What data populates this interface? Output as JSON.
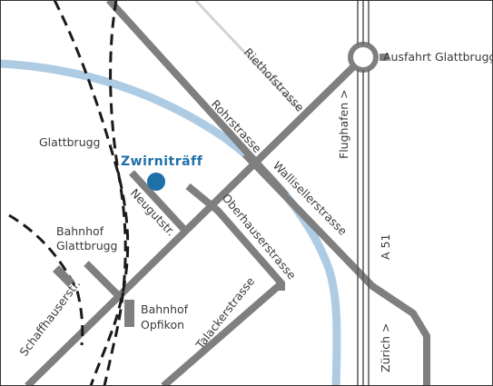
{
  "colors": {
    "road": "#7f7f7f",
    "road_minor": "#d3d3d3",
    "river": "#aecbe4",
    "marker": "#1f6fa9",
    "title": "#1f6fa9",
    "rail": "#1a1a1a",
    "text": "#3a3a3a",
    "frame": "#333333"
  },
  "icons": {
    "marker": "filled-circle",
    "roundabout": "ring",
    "station": "grey-bar"
  },
  "labels": {
    "destination": "Zwirniträff",
    "riethofstrasse": "Riethofstrasse",
    "ausfahrt": "Ausfahrt Glattbrugg",
    "rohrstrasse": "Rohrstrasse",
    "flughafen": "Flughafen >",
    "glattbrugg": "Glattbrugg",
    "wallisellerstrasse": "Wallisellerstrasse",
    "neugutstr": "Neugutstr.",
    "oberhauserstrasse": "Oberhauserstrasse",
    "bahnhof_glattbrugg_1": "Bahnhof",
    "bahnhof_glattbrugg_2": "Glattbrugg",
    "a51": "A 51",
    "talackerstrasse": "Talackerstrasse",
    "bahnhof_opfikon_1": "Bahnhof",
    "bahnhof_opfikon_2": "Opfikon",
    "schaffhauserstr": "Schaffhauserstr.",
    "zuerich": "Zürich >"
  }
}
